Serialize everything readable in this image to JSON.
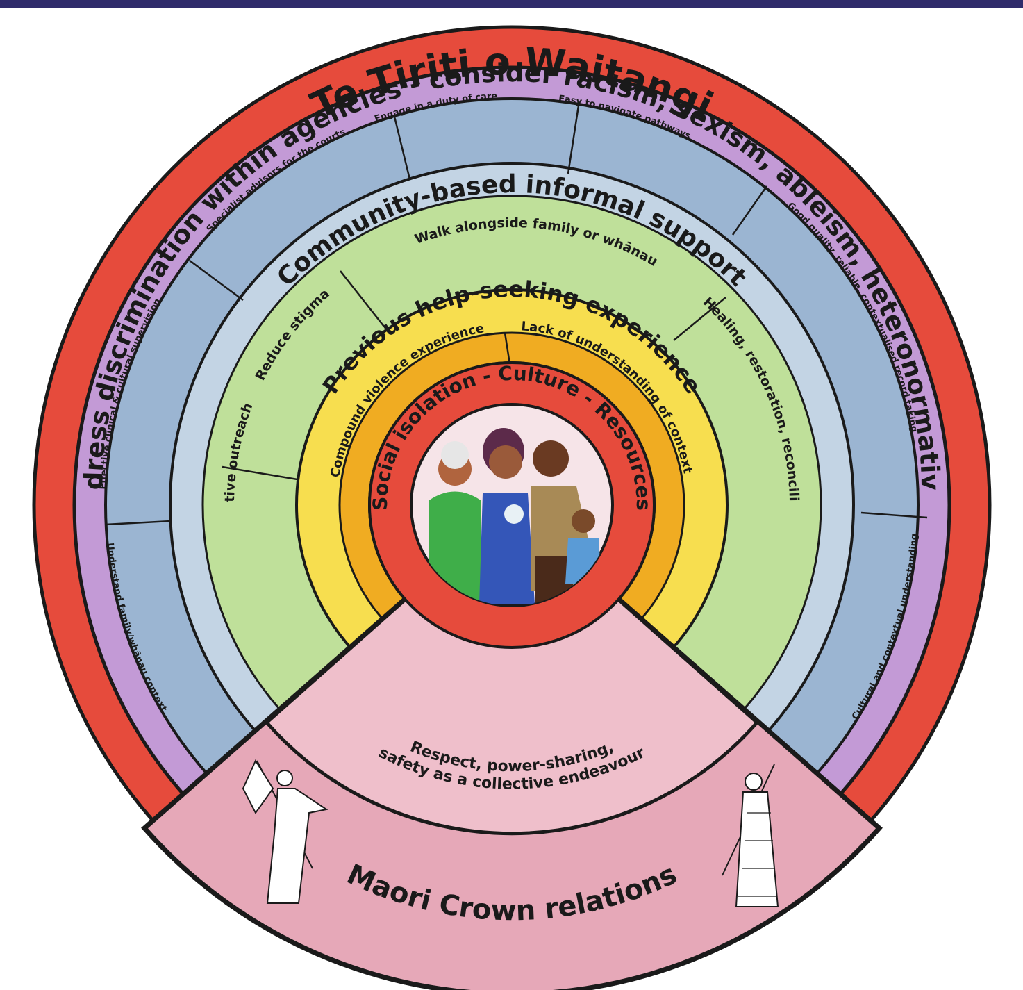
{
  "diagram": {
    "outer_ring_title": "Te Tiriti o Waitangi",
    "discrimination_ring_title": "Address discrimination within agencies - consider racism, sexism, ableism, heteronormativity",
    "agency_segments": [
      "Understand family/whānau context",
      "Effective clinical & cultural supervision",
      "Specialist advisors for the courts",
      "Engage in a duty of care",
      "Easy to navigate pathways",
      "Good quality, reliable, contextualised record taking",
      "Cultural and contextual understanding"
    ],
    "community_ring_title": "Community-based informal support",
    "community_segments": [
      "Active outreach",
      "Reduce stigma",
      "Walk alongside family or whānau",
      "Healing, restoration, reconciliation"
    ],
    "help_seeking_ring_title": "Previous help-seeking experience",
    "help_seeking_segments": [
      "Compound violence experience",
      "Lack of understanding of context"
    ],
    "core_ring_title": "Social isolation  -  Culture  -  Resources",
    "center_image": "family-illustration",
    "wedge_inner_text_line1": "Respect, power-sharing,",
    "wedge_inner_text_line2": "safety as a collective endeavour",
    "wedge_outer_text": "Maori Crown relations",
    "left_figure": "britannia-with-flag-figure",
    "right_figure": "maori-chief-with-taiaha-figure",
    "colors": {
      "tiriti_red": "#e64b3c",
      "discrimination_purple": "#c39ad6",
      "agency_blue": "#9bb5d2",
      "community_light_blue": "#c3d4e4",
      "community_green": "#bfe09a",
      "help_seeking_yellow": "#f7de4f",
      "help_seeking_orange": "#f0ac22",
      "core_red": "#e64b3c",
      "center_pink": "#f6e4e8",
      "wedge_inner_pink": "#efbfcb",
      "wedge_outer_pink": "#e6a8b8",
      "header_navy": "#2f2b6b"
    }
  }
}
